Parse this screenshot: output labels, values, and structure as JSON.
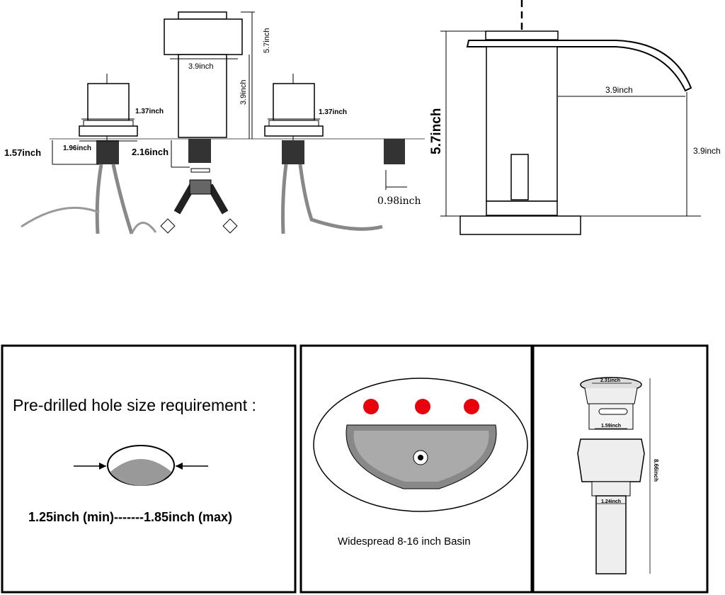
{
  "faucet_side": {
    "spout_width": "3.9inch",
    "spout_height": "3.9inch",
    "total_height": "5.7inch",
    "handle_width_left": "1.37inch",
    "handle_width_right": "1.37inch",
    "flange_width": "1.96inch",
    "handle_shank": "1.57inch",
    "spout_shank": "2.16inch",
    "drain_shank": "0.98inch"
  },
  "faucet_profile": {
    "height": "5.7inch",
    "reach": "3.9inch",
    "spout_height": "3.9inch"
  },
  "hole_panel": {
    "title": "Pre-drilled hole size requirement :",
    "range": "1.25inch (min)-------1.85inch (max)"
  },
  "basin_panel": {
    "caption": "Widespread 8-16 inch Basin",
    "hole_color": "#e8000d"
  },
  "drain_panel": {
    "cap_diameter": "2.31inch",
    "inner_diameter": "1.59inch",
    "total_length": "8.66inch",
    "tail_diameter": "1.24inch"
  },
  "colors": {
    "line": "#000000",
    "red_text": "#cc1111",
    "basin_gray": "#888888"
  }
}
